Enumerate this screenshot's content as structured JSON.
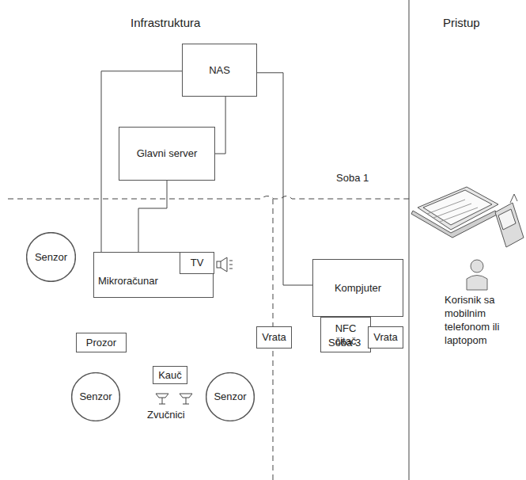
{
  "diagram": {
    "nodes": [
      {
        "text": [
          "NAS"
        ]
      },
      {
        "text": [
          "Glavni server"
        ]
      },
      {
        "text": [
          "Senzor"
        ]
      },
      {
        "text": [
          "Mikroračunar"
        ]
      },
      {
        "text": [
          "TV"
        ],
        "in": 3
      },
      {
        "text": [
          "Kompjuter"
        ]
      },
      {
        "text": [
          "NFC čitač"
        ]
      },
      {
        "text": [
          "Vrata"
        ]
      },
      {
        "text": [
          "Prozor"
        ]
      },
      {
        "text": [
          "Vrata"
        ]
      },
      {
        "text": [
          "Kauč"
        ]
      },
      {
        "text": [
          "Senzor"
        ]
      },
      {
        "text": [
          "Senzor"
        ]
      }
    ],
    "edges": [
      {
        "from": 0,
        "to": 1,
        "arrow": "none"
      },
      {
        "from": 0,
        "to": 3,
        "arrow": "none"
      },
      {
        "from": 1,
        "to": 3,
        "arrow": "none"
      },
      {
        "from": 0,
        "to": 5,
        "arrow": "none"
      }
    ],
    "labels": [
      "Infrastruktura",
      "Pristup",
      "Soba 1",
      "Soba 3",
      "Zvučnici",
      "Korisnik sa mobilnim telefonom ili laptopom"
    ]
  }
}
